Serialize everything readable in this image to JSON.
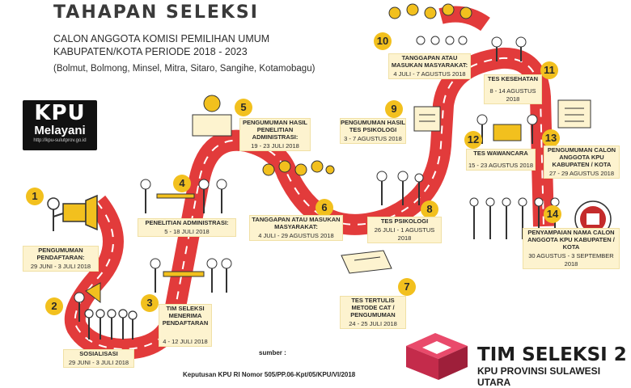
{
  "header": {
    "title": "TAHAPAN SELEKSI",
    "subtitle_line1": "CALON ANGGOTA KOMISI PEMILIHAN UMUM",
    "subtitle_line2": "KABUPATEN/KOTA PERIODE 2018 - 2023",
    "regions": "(Bolmut, Bolmong, Minsel, Mitra, Sitaro, Sangihe, Kotamobagu)"
  },
  "logo": {
    "kpu": "KPU",
    "melayani": "Melayani",
    "url": "http://kpu-sulutprov.go.id"
  },
  "stages": [
    {
      "num": "1",
      "label": "PENGUMUMAN PENDAFTARAN:",
      "date": "29 JUNI - 3 JULI 2018"
    },
    {
      "num": "2",
      "label": "SOSIALISASI",
      "date": "29 JUNI - 3 JULI 2018"
    },
    {
      "num": "3",
      "label": "TIM SELEKSI MENERIMA PENDAFTARAN",
      "date": "4 - 12 JULI 2018"
    },
    {
      "num": "4",
      "label": "PENELITIAN ADMINISTRASI:",
      "date": "5 - 18 JULI 2018"
    },
    {
      "num": "5",
      "label": "PENGUMUMAN HASIL PENELITIAN ADMINISTRASI:",
      "date": "19 - 23 JULI 2018"
    },
    {
      "num": "6",
      "label": "TANGGAPAN ATAU MASUKAN MASYARAKAT:",
      "date": "4 JULI - 29 AGUSTUS 2018"
    },
    {
      "num": "7",
      "label": "TES TERTULIS METODE CAT / PENGUMUMAN",
      "date": "24 - 25 JULI 2018"
    },
    {
      "num": "8",
      "label": "TES PSIKOLOGI",
      "date": "26 JULI - 1 AGUSTUS 2018"
    },
    {
      "num": "9",
      "label": "PENGUMUMAN HASIL TES PSIKOLOGI",
      "date": "3 - 7 AGUSTUS 2018"
    },
    {
      "num": "10",
      "label": "TANGGAPAN ATAU MASUKAN MASYARAKAT:",
      "date": "4 JULI - 7 AGUSTUS 2018"
    },
    {
      "num": "11",
      "label": "TES KESEHATAN",
      "date": "8 - 14 AGUSTUS 2018"
    },
    {
      "num": "12",
      "label": "TES WAWANCARA",
      "date": "15 - 23 AGUSTUS 2018"
    },
    {
      "num": "13",
      "label": "PENGUMUMAN CALON ANGGOTA KPU KABUPATEN / KOTA",
      "date": "27 - 29 AGUSTUS 2018"
    },
    {
      "num": "14",
      "label": "PENYAMPAIAN NAMA CALON ANGGOTA KPU KABUPATEN / KOTA",
      "date": "30 AGUSTUS - 3 SEPTEMBER 2018"
    }
  ],
  "footer": {
    "source_label": "sumber :",
    "source_text": "Keputusan KPU RI Nomor 505/PP.06-Kpt/05/KPU/VI/2018",
    "team_title": "TIM SELEKSI 2",
    "team_sub": "KPU PROVINSI SULAWESI UTARA"
  },
  "colors": {
    "road": "#e23b3b",
    "road_dark": "#c42b2b",
    "badge": "#f2c01e",
    "box": "#fdf3cf"
  }
}
